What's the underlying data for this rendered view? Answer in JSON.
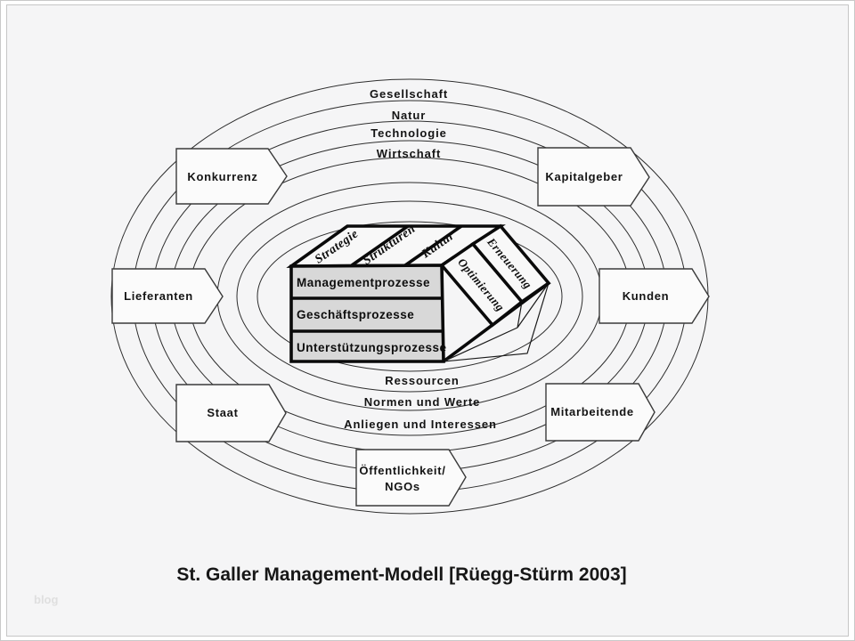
{
  "diagram": {
    "caption": "St. Galler Management-Modell [Rüegg-Stürm 2003]",
    "watermark": "blog",
    "environment_spheres": [
      "Gesellschaft",
      "Natur",
      "Technologie",
      "Wirtschaft"
    ],
    "interaction_topics": [
      "Ressourcen",
      "Normen und Werte",
      "Anliegen und Interessen"
    ],
    "stakeholders": [
      {
        "label": "Konkurrenz"
      },
      {
        "label": "Kapitalgeber"
      },
      {
        "label": "Lieferanten"
      },
      {
        "label": "Kunden"
      },
      {
        "label": "Staat"
      },
      {
        "label": "Mitarbeitende"
      },
      {
        "label": "Öffentlichkeit/NGOs",
        "line1": "Öffentlichkeit/",
        "line2": "NGOs"
      }
    ],
    "order_moments": [
      "Strategie",
      "Strukturen",
      "Kultur"
    ],
    "development_modes": [
      "Optimierung",
      "Erneuerung"
    ],
    "processes": [
      "Managementprozesse",
      "Geschäftsprozesse",
      "Unterstützungsprozesse"
    ],
    "colors": {
      "page_bg": "#f5f5f6",
      "stakeholder_ring_gray": "#e2e2e2",
      "inner_band_light": "#f1f1f1",
      "core_ellipse_gray": "#e7e7e7",
      "cube_front_gray": "#d8d8d8",
      "cube_face_white": "#f8f8f8",
      "line": "#2e2e2e"
    }
  }
}
